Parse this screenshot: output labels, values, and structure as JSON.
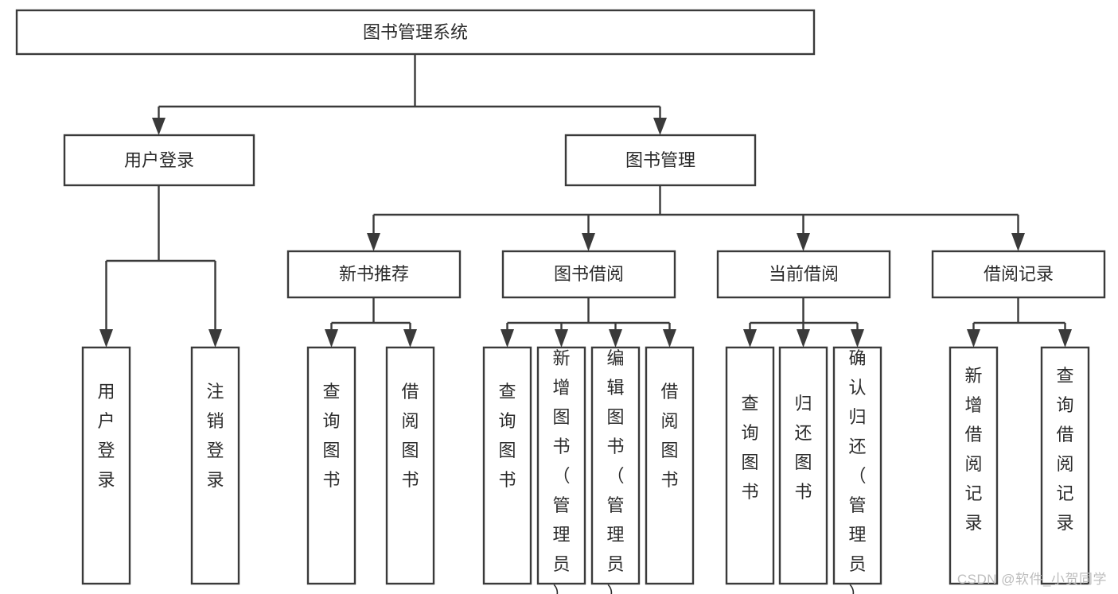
{
  "diagram": {
    "type": "tree-hierarchy",
    "title": "图书管理系统",
    "watermark": "CSDN @软件_小贺同学",
    "colors": {
      "stroke": "#3a3a3a",
      "box_fill": "#ffffff",
      "text": "#2b2b2b",
      "background": "#ffffff",
      "watermark": "#bdbdbd"
    },
    "nodes": {
      "root": {
        "label": "图书管理系统"
      },
      "level2": [
        {
          "label": "用户登录"
        },
        {
          "label": "图书管理"
        }
      ],
      "level3": [
        {
          "label": "新书推荐"
        },
        {
          "label": "图书借阅"
        },
        {
          "label": "当前借阅"
        },
        {
          "label": "借阅记录"
        }
      ],
      "leaves": {
        "user_login": [
          {
            "label": "用户登录"
          },
          {
            "label": "注销登录"
          }
        ],
        "new_book_recommend": [
          {
            "label": "查询图书"
          },
          {
            "label": "借阅图书"
          }
        ],
        "book_borrow": [
          {
            "label": "查询图书"
          },
          {
            "label": "新增图书（管理员）"
          },
          {
            "label": "编辑图书（管理员）"
          },
          {
            "label": "借阅图书"
          }
        ],
        "current_borrow": [
          {
            "label": "查询图书"
          },
          {
            "label": "归还图书"
          },
          {
            "label": "确认归还（管理员）"
          }
        ],
        "borrow_records": [
          {
            "label": "新增借阅记录"
          },
          {
            "label": "查询借阅记录"
          }
        ]
      }
    }
  }
}
